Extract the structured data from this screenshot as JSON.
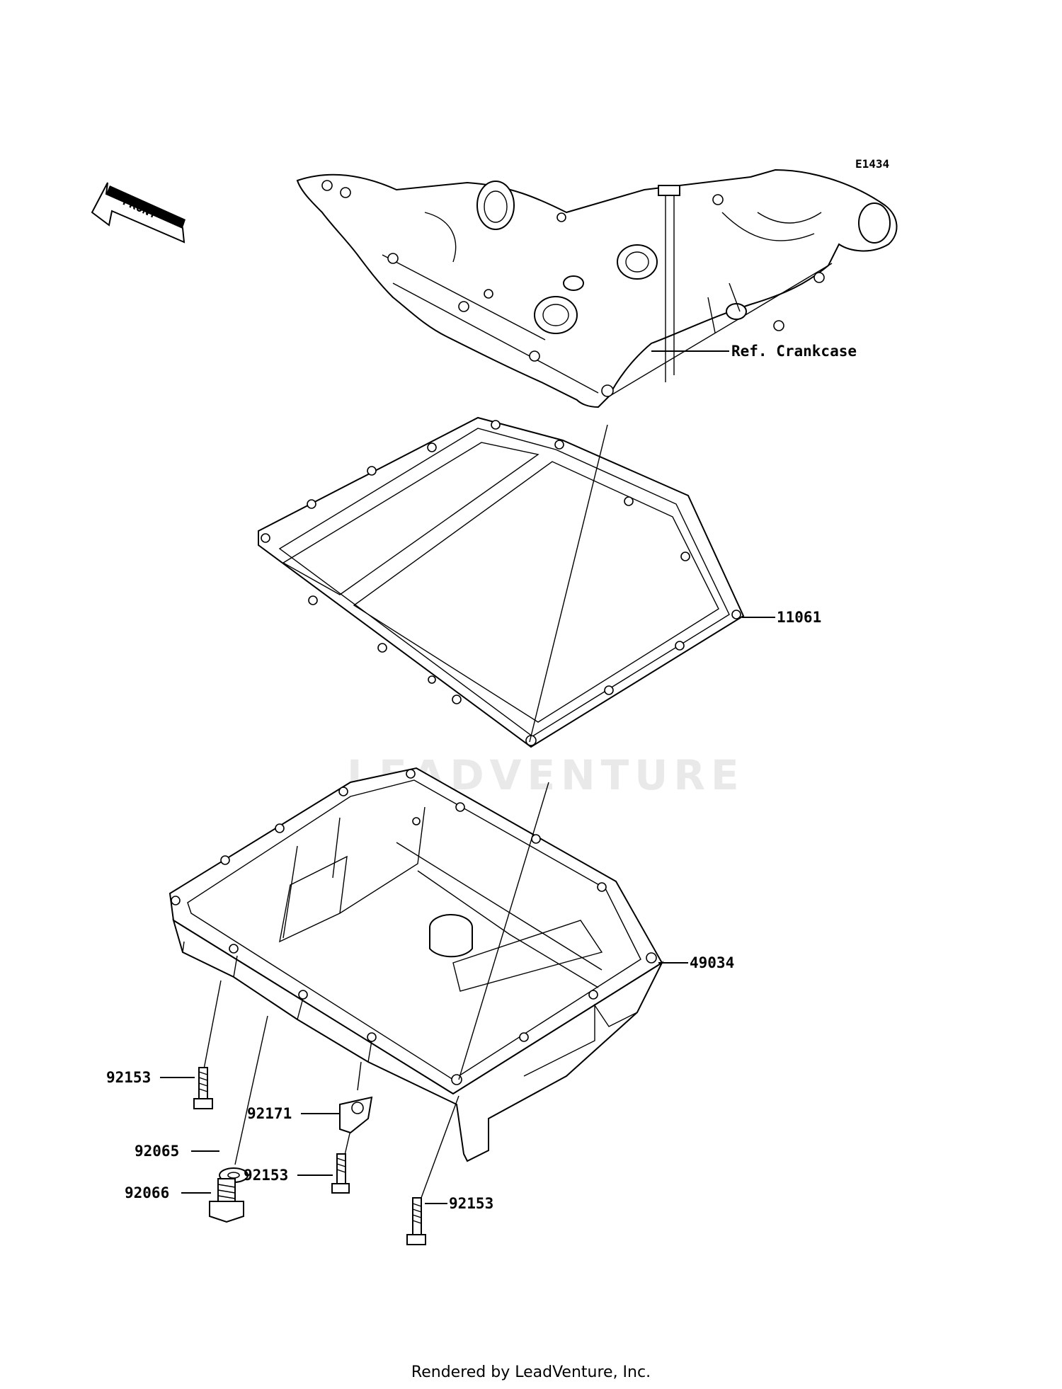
{
  "diagram": {
    "code": "E1434",
    "front_label": "FRONT",
    "ref_label": "Ref. Crankcase",
    "watermark": "LEADVENTURE",
    "footer": "Rendered by LeadVenture, Inc.",
    "parts": [
      {
        "number": "11061"
      },
      {
        "number": "49034"
      },
      {
        "number": "92153"
      },
      {
        "number": "92171"
      },
      {
        "number": "92065"
      },
      {
        "number": "92153"
      },
      {
        "number": "92066"
      },
      {
        "number": "92153"
      }
    ]
  }
}
